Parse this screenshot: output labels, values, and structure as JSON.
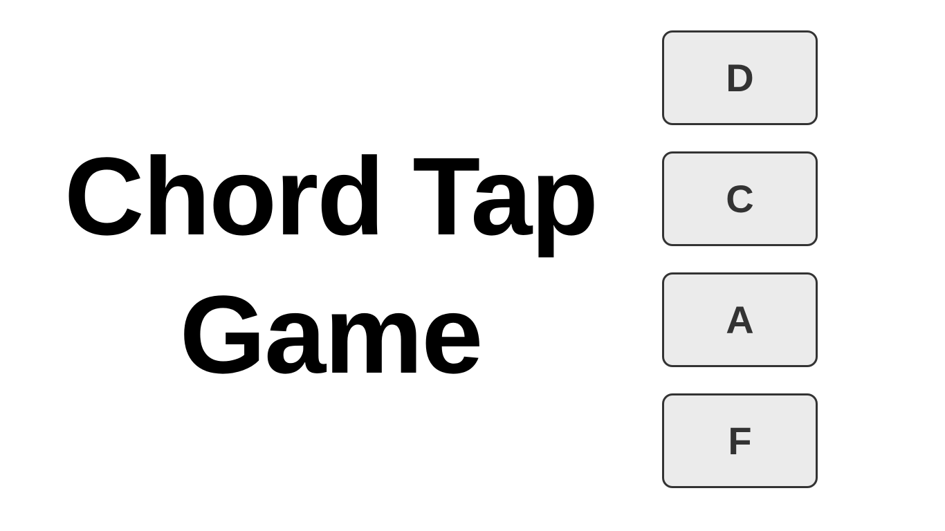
{
  "title": {
    "text": "Chord Tap Game"
  },
  "chord_buttons": [
    {
      "id": "d",
      "label": "D"
    },
    {
      "id": "c",
      "label": "C"
    },
    {
      "id": "a",
      "label": "A"
    },
    {
      "id": "f",
      "label": "F"
    }
  ],
  "colors": {
    "page_background": "#ffffff",
    "title_text": "#000000",
    "button_background": "#ebebeb",
    "button_border": "#333333",
    "button_text": "#333333"
  }
}
